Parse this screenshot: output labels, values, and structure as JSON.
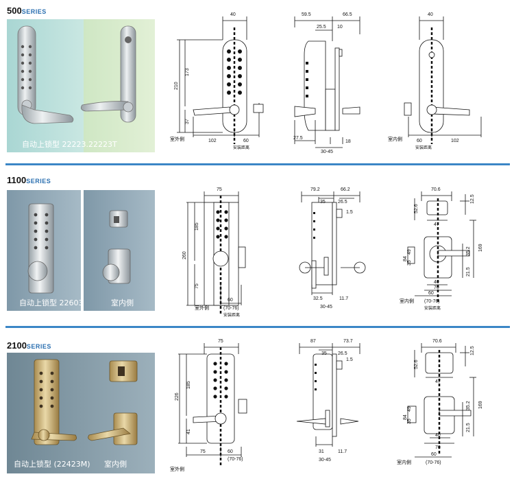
{
  "sections": [
    {
      "title_num": "500",
      "title_suffix": "SERIES",
      "photo_caption_1": "自动上锁型 22223.22223T",
      "photo_caption_2": "",
      "front": {
        "w": "40",
        "h_total": "210",
        "h_upper": "173",
        "h_lower": "37",
        "left": "102",
        "right": "60",
        "bottom_label": "室外側",
        "sub_label": "安装距离"
      },
      "side": {
        "a": "59.5",
        "b": "66.5",
        "c": "25.5",
        "d": "10",
        "e": "27.5",
        "f": "30-45",
        "g": "18"
      },
      "back": {
        "w": "40",
        "left": "60",
        "right": "102",
        "bottom_label": "室内側",
        "sub_label": "安装距离"
      }
    },
    {
      "title_num": "1100",
      "title_suffix": "SERIES",
      "photo_caption_1": "自动上锁型 22603",
      "photo_caption_2": "室内側",
      "front": {
        "w": "75",
        "h_total": "260",
        "h_upper": "185",
        "h_lower": "75",
        "right": "60",
        "range": "(70-76)",
        "bottom_label": "室外側",
        "sub_label": "安装距离"
      },
      "side": {
        "a": "79.2",
        "b": "66.2",
        "c": "35",
        "d": "26.5",
        "e": "1.5",
        "f": "32.5",
        "g": "11.7",
        "h": "30-45"
      },
      "back": {
        "w": "70.6",
        "t1": "52.6",
        "t2": "12.5",
        "t3": "47",
        "v1": "169",
        "v2": "35.2",
        "v3": "21.5",
        "l1": "84",
        "l2": "49",
        "l3": "35",
        "b1": "40",
        "b2": "70",
        "b3": "60",
        "range": "(70-76)",
        "bottom_label": "室内側",
        "sub_label": "安装距离"
      }
    },
    {
      "title_num": "2100",
      "title_suffix": "SERIES",
      "photo_caption_1": "自动上锁型 (22423M)",
      "photo_caption_2": "室内側",
      "front": {
        "w": "75",
        "h_total": "226",
        "h_upper": "185",
        "h_lower": "41",
        "left": "75",
        "right": "60",
        "range": "(70-76)",
        "bottom_label": "室外側"
      },
      "side": {
        "a": "87",
        "b": "73.7",
        "c": "35",
        "d": "26.5",
        "e": "1.5",
        "f": "31",
        "g": "11.7",
        "h": "30-45"
      },
      "back": {
        "w": "70.6",
        "t1": "52.6",
        "t2": "12.5",
        "t3": "47",
        "v1": "169",
        "v2": "35.2",
        "v3": "21.5",
        "l1": "84",
        "l2": "49",
        "l3": "35",
        "b1": "40",
        "b2": "70",
        "b3": "60",
        "range": "(70-76)",
        "bottom_label": "室内側"
      }
    }
  ]
}
